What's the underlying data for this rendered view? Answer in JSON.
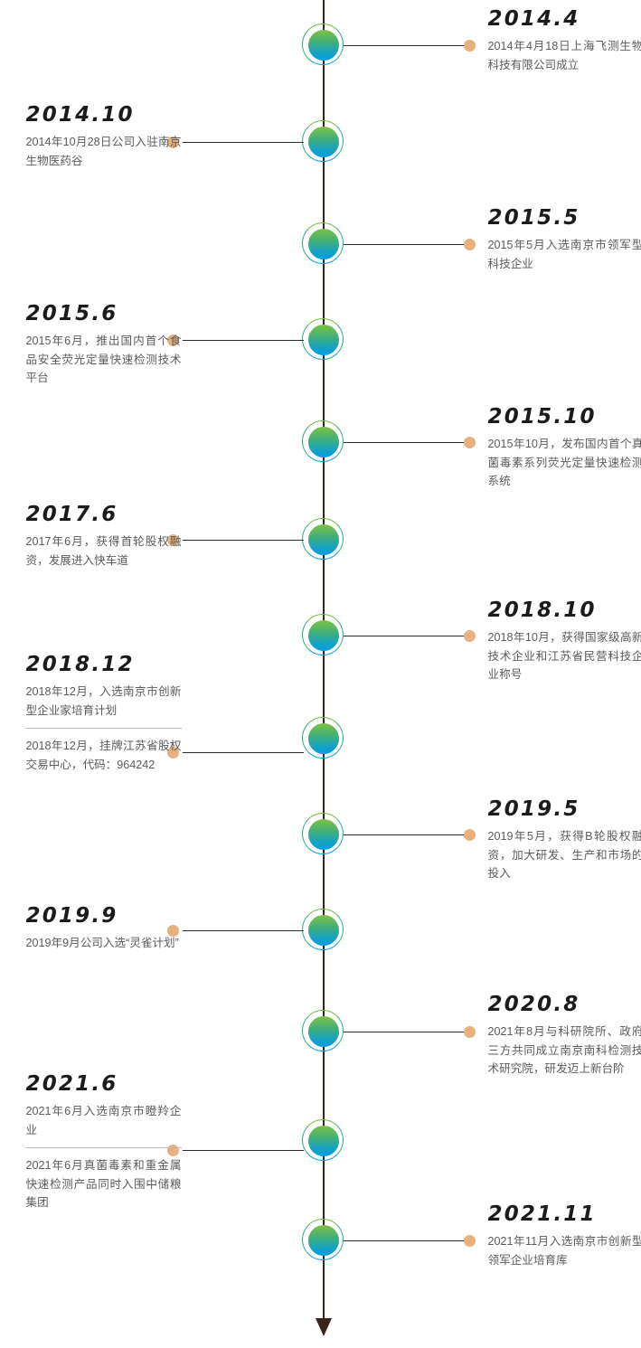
{
  "axis": {
    "line_color": "#3a2318",
    "arrow": "down-arrow"
  },
  "style": {
    "node_ring_top_color": "#6cba3a",
    "node_ring_bottom_color": "#0aa3dd",
    "node_fill_gradient_start": "#7ec242",
    "node_fill_gradient_end": "#009fe3",
    "connector_dot_color": "#e7b07c",
    "connector_line_color": "#2b2b2b",
    "year_text_color": "#1b1b1b",
    "body_text_color": "#5b5b5b",
    "divider_color": "#b9b9b9"
  },
  "events": [
    {
      "id": "e-2014-04",
      "side": "right",
      "year": "2014.4",
      "paragraphs": [
        "2014年4月18日上海飞测生物科技有限公司成立"
      ]
    },
    {
      "id": "e-2014-10",
      "side": "left",
      "year": "2014.10",
      "paragraphs": [
        "2014年10月28日公司入驻南京生物医药谷"
      ]
    },
    {
      "id": "e-2015-05",
      "side": "right",
      "year": "2015.5",
      "paragraphs": [
        "2015年5月入选南京市领军型科技企业"
      ]
    },
    {
      "id": "e-2015-06",
      "side": "left",
      "year": "2015.6",
      "paragraphs": [
        "2015年6月，推出国内首个食品安全荧光定量快速检测技术平台"
      ]
    },
    {
      "id": "e-2015-10",
      "side": "right",
      "year": "2015.10",
      "paragraphs": [
        "2015年10月，发布国内首个真菌毒素系列荧光定量快速检测系统"
      ]
    },
    {
      "id": "e-2017-06",
      "side": "left",
      "year": "2017.6",
      "paragraphs": [
        "2017年6月，获得首轮股权融资，发展进入快车道"
      ]
    },
    {
      "id": "e-2018-10",
      "side": "right",
      "year": "2018.10",
      "paragraphs": [
        "2018年10月，获得国家级高新技术企业和江苏省民营科技企业称号"
      ]
    },
    {
      "id": "e-2018-12",
      "side": "left",
      "year": "2018.12",
      "paragraphs": [
        "2018年12月，入选南京市创新型企业家培育计划",
        "2018年12月，挂牌江苏省股权交易中心，代码：964242"
      ]
    },
    {
      "id": "e-2019-05",
      "side": "right",
      "year": "2019.5",
      "paragraphs": [
        "2019年5月，获得B轮股权融资，加大研发、生产和市场的投入"
      ]
    },
    {
      "id": "e-2019-09",
      "side": "left",
      "year": "2019.9",
      "paragraphs": [
        "2019年9月公司入选“灵雀计划”"
      ]
    },
    {
      "id": "e-2020-08",
      "side": "right",
      "year": "2020.8",
      "paragraphs": [
        "2021年8月与科研院所、政府三方共同成立南京南科检测技术研究院，研发迈上新台阶"
      ]
    },
    {
      "id": "e-2021-06",
      "side": "left",
      "year": "2021.6",
      "paragraphs": [
        "2021年6月入选南京市瞪羚企业",
        "2021年6月真菌毒素和重金属快速检测产品同时入围中储粮集团"
      ]
    },
    {
      "id": "e-2021-11",
      "side": "right",
      "year": "2021.11",
      "paragraphs": [
        "2021年11月入选南京市创新型领军企业培育库"
      ]
    }
  ],
  "layout": {
    "node_tops": [
      26,
      133,
      246,
      352,
      465,
      573,
      679,
      793,
      899,
      1005,
      1117,
      1238,
      1348
    ],
    "entry_tops": [
      8,
      114,
      228,
      334,
      448,
      556,
      662,
      722,
      882,
      1000,
      1098,
      1186,
      1330
    ],
    "connector_y": [
      50,
      157,
      270,
      376,
      489,
      597,
      703,
      832,
      923,
      1029,
      1141,
      1272,
      1372
    ]
  }
}
